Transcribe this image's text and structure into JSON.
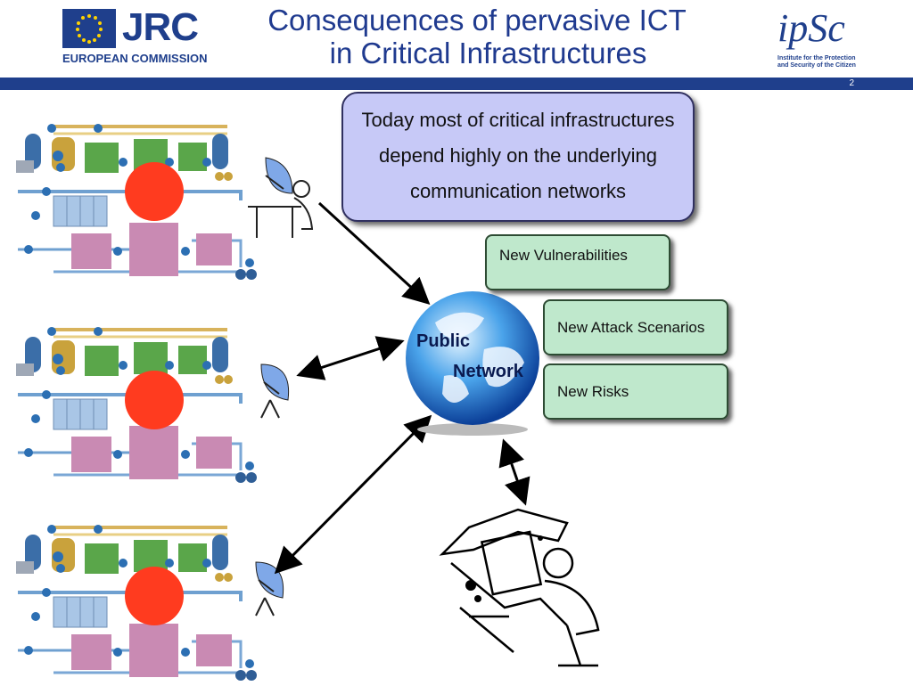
{
  "header": {
    "title_line1": "Consequences of pervasive ICT",
    "title_line2": "in Critical Infrastructures",
    "slide_number": "2",
    "left_logo": {
      "brand": "JRC",
      "subtitle": "EUROPEAN COMMISSION"
    },
    "right_logo": {
      "brand": "ipSc",
      "subtitle": "Institute for the Protection and Security of the Citizen"
    }
  },
  "bubble": {
    "line1": "Today most of critical infrastructures",
    "line2": "depend highly on the underlying",
    "line3": "communication networks"
  },
  "boxes": {
    "vulnerabilities": "New Vulnerabilities",
    "attack_scenarios": "New Attack Scenarios",
    "risks": "New Risks"
  },
  "globe": {
    "line1": "Public",
    "line2": "Network"
  },
  "colors": {
    "title_blue": "#1f3a8f",
    "bar_blue": "#1f3f8c",
    "bubble_fill": "#c7c9f7",
    "box_fill": "#bfe8cc",
    "alert_red": "#ff3b1f"
  }
}
